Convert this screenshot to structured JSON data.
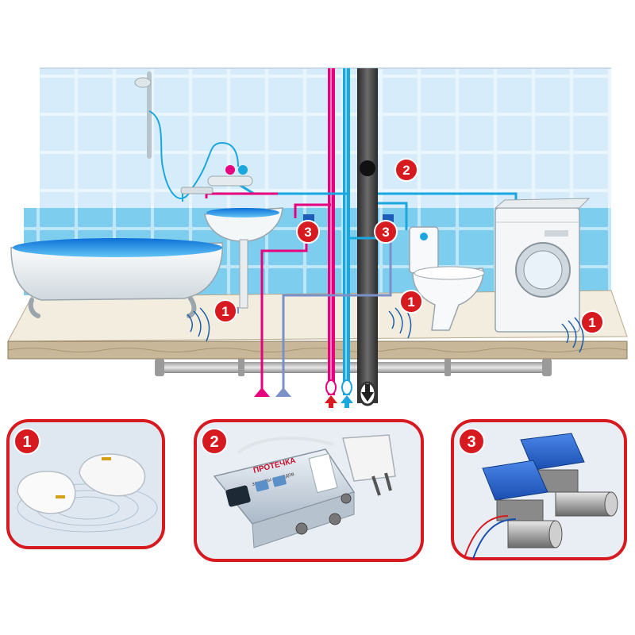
{
  "markers": {
    "leak_sensor": "1",
    "controller": "2",
    "valve": "3"
  },
  "panels": {
    "sensors": {
      "badge": "1"
    },
    "controller": {
      "badge": "2",
      "brand": "ПРОТЕЧКА",
      "subtitle": "защиты выходов"
    },
    "valves": {
      "badge": "3"
    }
  },
  "colors": {
    "hot_pipe": "#e6007e",
    "cold_pipe": "#1aa7e0",
    "sewer_pipe": "#3a3a3a",
    "signal_wire_hot": "#e6007e",
    "signal_wire_cold": "#7a90c8",
    "badge_red": "#d71920",
    "panel_border": "#d71920",
    "tile_light": "#dbeefb",
    "tile_blue": "#7fd0f0",
    "floor": "#f2ece0",
    "floor_slab": "#c9b79a"
  },
  "icons": {
    "hot_arrow": "arrow-up-red-icon",
    "cold_arrow": "arrow-up-blue-icon",
    "sewer_arrow": "arrow-down-black-icon"
  }
}
